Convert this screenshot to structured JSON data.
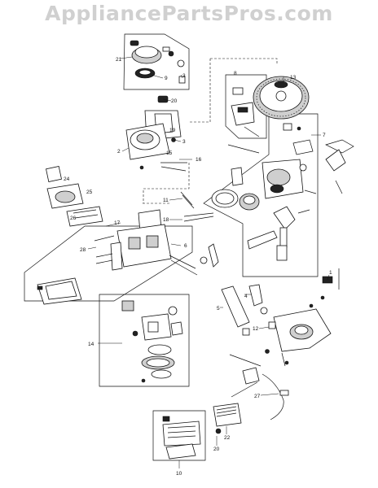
{
  "watermark": "AppliancePartsPros.com",
  "callouts": [
    {
      "id": "c21",
      "text": "21"
    },
    {
      "id": "c9a",
      "text": "9"
    },
    {
      "id": "c3a",
      "text": "3"
    },
    {
      "id": "c20a",
      "text": "20"
    },
    {
      "id": "c19",
      "text": "19"
    },
    {
      "id": "c3b",
      "text": "3"
    },
    {
      "id": "c2",
      "text": "2"
    },
    {
      "id": "c15a",
      "text": "15"
    },
    {
      "id": "c16",
      "text": "16"
    },
    {
      "id": "c8",
      "text": "8"
    },
    {
      "id": "c13",
      "text": "13"
    },
    {
      "id": "c7",
      "text": "7"
    },
    {
      "id": "c24",
      "text": "24"
    },
    {
      "id": "c25",
      "text": "25"
    },
    {
      "id": "c26",
      "text": "26"
    },
    {
      "id": "c11",
      "text": "11"
    },
    {
      "id": "c18",
      "text": "18"
    },
    {
      "id": "c17",
      "text": "17"
    },
    {
      "id": "c6",
      "text": "6"
    },
    {
      "id": "c28",
      "text": "28"
    },
    {
      "id": "c4",
      "text": "4"
    },
    {
      "id": "c5",
      "text": "5"
    },
    {
      "id": "c14",
      "text": "14"
    },
    {
      "id": "c12",
      "text": "12"
    },
    {
      "id": "c1",
      "text": "1"
    },
    {
      "id": "c27",
      "text": "27"
    },
    {
      "id": "c22",
      "text": "22"
    },
    {
      "id": "c20b",
      "text": "20"
    },
    {
      "id": "c10",
      "text": "10"
    }
  ]
}
